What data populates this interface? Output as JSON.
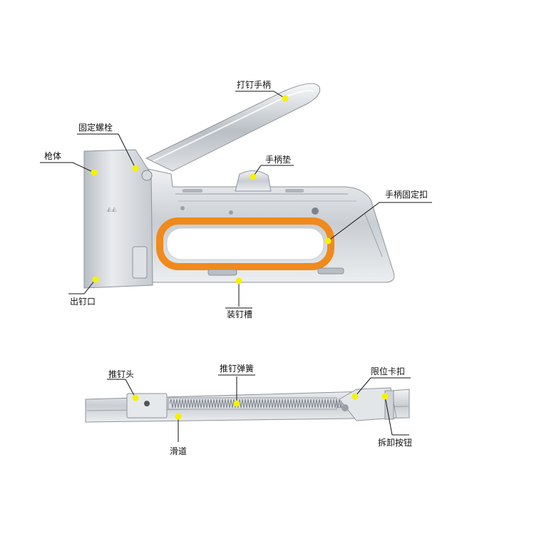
{
  "labels": {
    "handle": "打钉手柄",
    "bolt": "固定螺栓",
    "body": "枪体",
    "pad": "手柄垫",
    "clasp": "手柄固定扣",
    "outlet": "出钉口",
    "magazine": "装钉槽",
    "pusher": "推钉头",
    "spring": "推钉弹簧",
    "stop": "限位卡扣",
    "track": "滑道",
    "release": "拆卸按钮"
  },
  "colors": {
    "marker": "#f5f100",
    "grip": "#f08a1c",
    "metal": "#cfd3d7",
    "metal_dark": "#8a9097",
    "line": "#111111"
  }
}
